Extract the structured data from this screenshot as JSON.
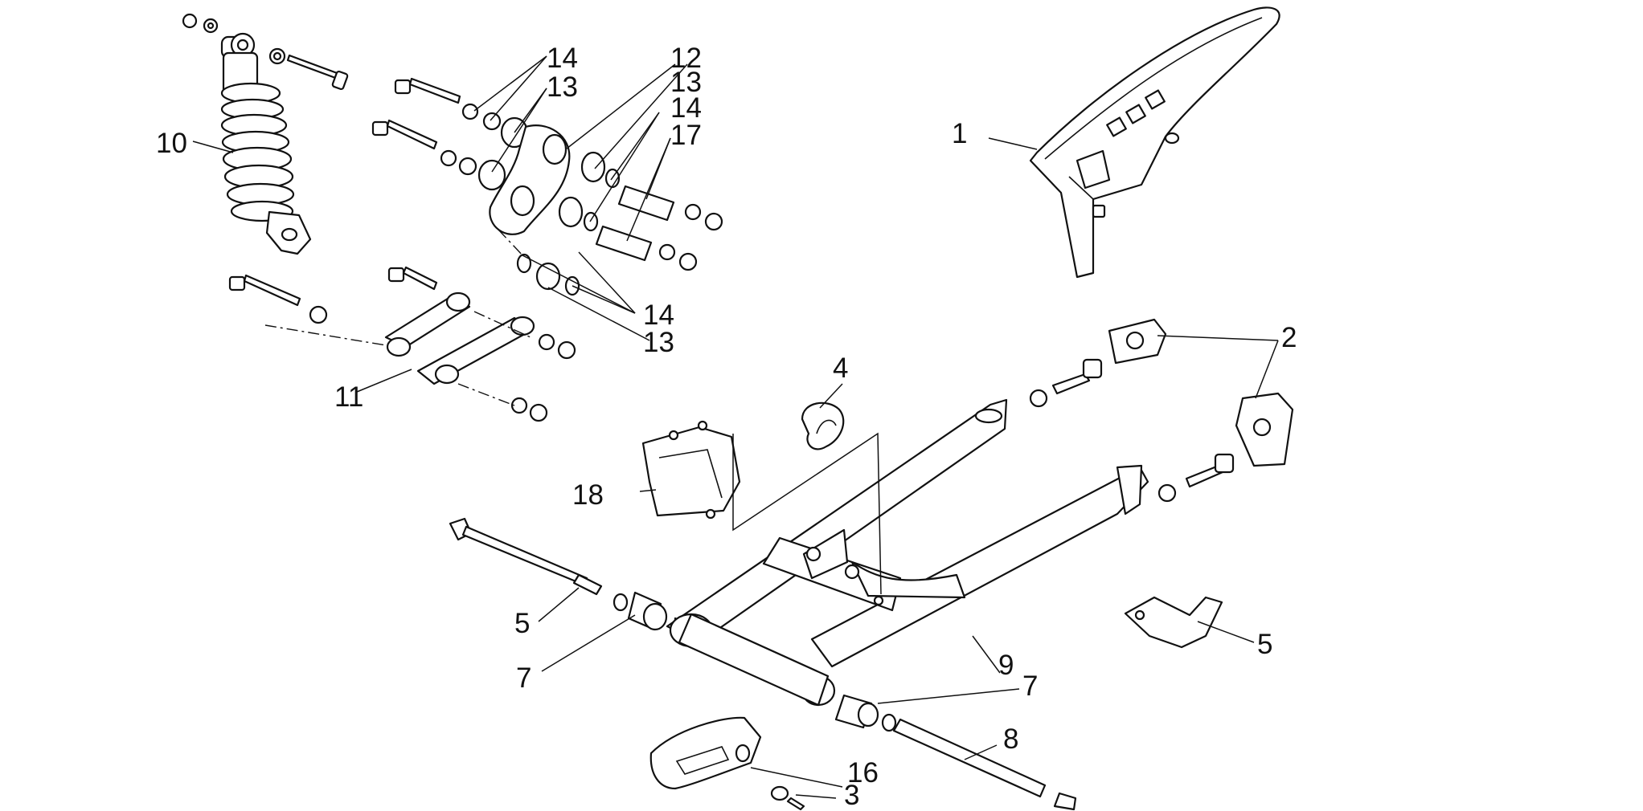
{
  "callouts": {
    "c1": "1",
    "c2": "2",
    "c3": "3",
    "c4": "4",
    "c5a": "5",
    "c5b": "5",
    "c7a": "7",
    "c7b": "7",
    "c8": "8",
    "c9": "9",
    "c10": "10",
    "c11": "11",
    "c12": "12",
    "c13a": "13",
    "c13b": "13",
    "c13c": "13",
    "c14a": "14",
    "c14b": "14",
    "c14c": "14",
    "c16": "16",
    "c17": "17",
    "c18": "18"
  },
  "colors": {
    "ink": "#111111",
    "paper": "#ffffff"
  }
}
